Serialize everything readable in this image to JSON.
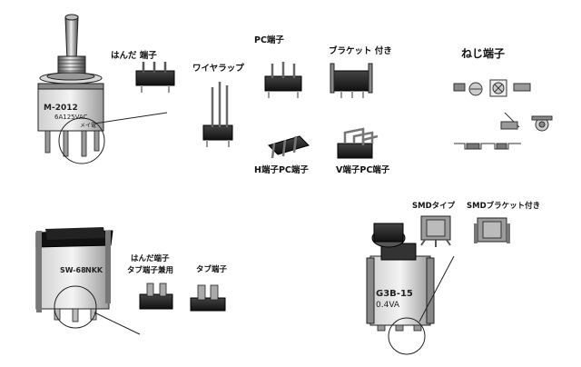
{
  "switch_markings": {
    "toggle_model": "M-2012",
    "toggle_rating": "6A125VAC",
    "toggle_maker": "メイ電",
    "rocker_model": "SW-68",
    "rocker_brand": "NKK",
    "push_model": "G3B-15",
    "push_rating": "0.4VA"
  },
  "labels": {
    "solder": "はんだ 端子",
    "pc": "PC端子",
    "wirewrap": "ワイヤラップ",
    "bracket": "ブラケット 付き",
    "screw": "ねじ端子",
    "h_pc": "H端子PC端子",
    "v_pc": "V端子PC端子",
    "solder_tab_1": "はんだ端子",
    "solder_tab_2": "タブ端子兼用",
    "tab": "タブ端子",
    "smd": "SMDタイプ",
    "smd_bracket": "SMDブラケット付き"
  }
}
